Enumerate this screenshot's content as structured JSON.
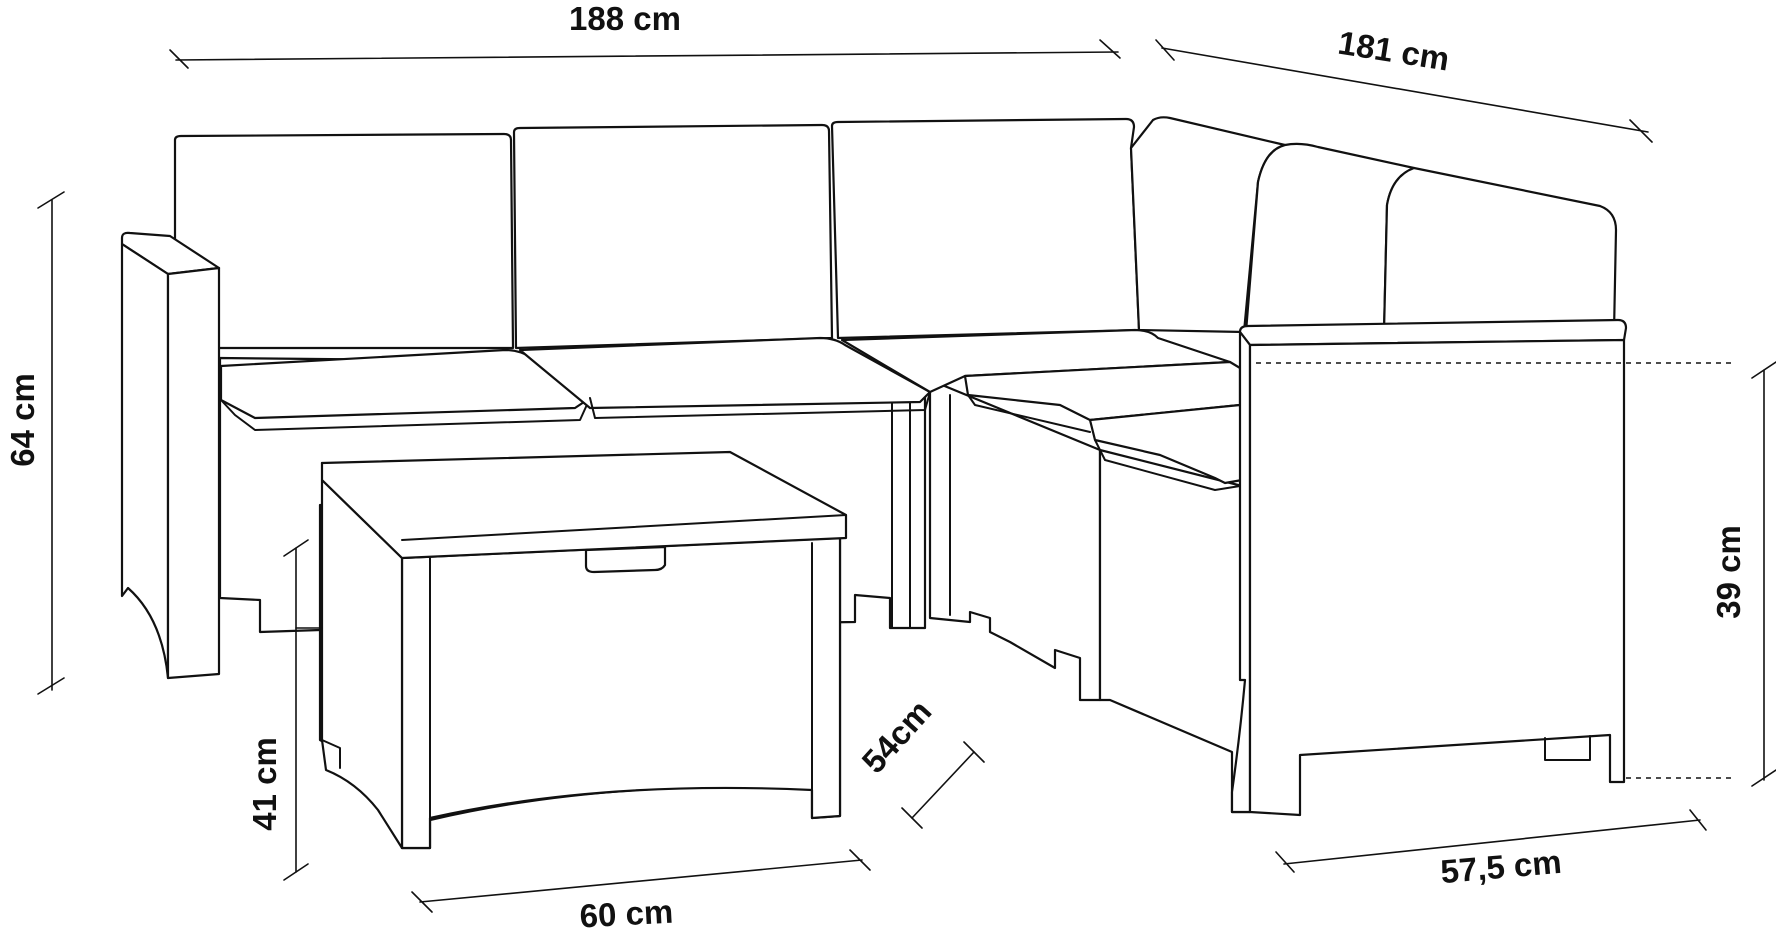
{
  "dimensions": {
    "sofa_length": "188 cm",
    "corner_length": "181 cm",
    "total_height": "64 cm",
    "seat_height": "39 cm",
    "seat_depth": "57,5 cm",
    "table_width": "60 cm",
    "table_depth": "54cm",
    "table_height": "41 cm"
  },
  "colors": {
    "line": "#111111",
    "background": "#ffffff"
  }
}
